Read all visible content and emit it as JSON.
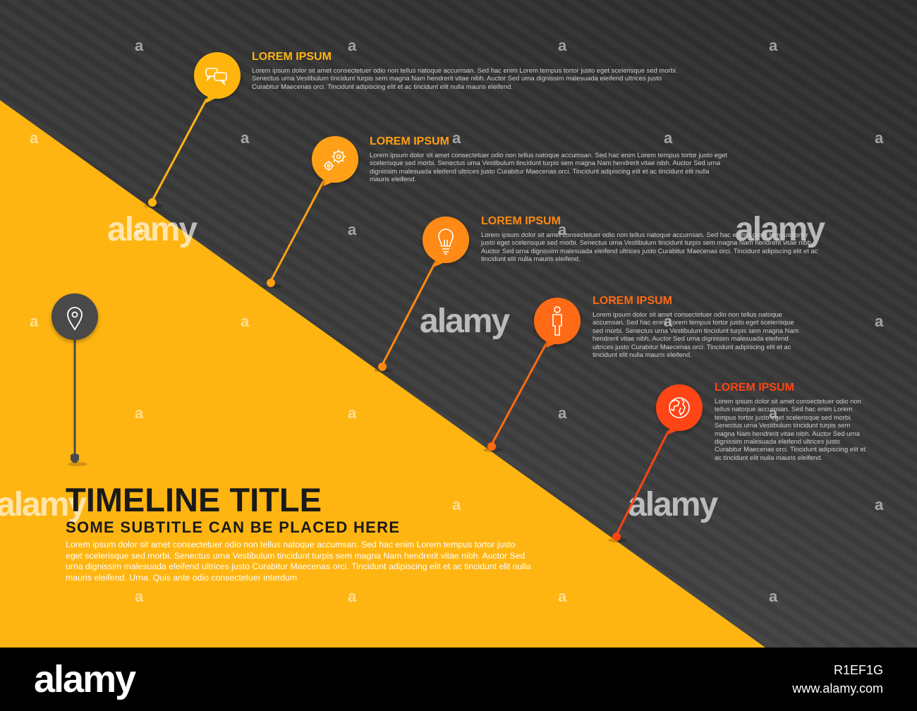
{
  "colors": {
    "yellow": "#FFB511",
    "dark_background": "#333333",
    "pin_dark": "#4a4a4a",
    "pin_1": "#FFB511",
    "pin_2": "#FFA012",
    "pin_3": "#FF8A12",
    "pin_4": "#FF6A12",
    "pin_5": "#FF4512"
  },
  "timeline": {
    "title": "TIMELINE TITLE",
    "subtitle": "SOME SUBTITLE CAN BE PLACED HERE",
    "text": "Lorem ipsum dolor sit amet consectetuer odio non tellus natoque accumsan. Sed hac enim Lorem tempus tortor justo eget scelerisque sed morbi. Senectus urna Vestibulum tincidunt turpis sem magna Nam hendrerit vitae nibh. Auctor Sed urna dignissim malesuada eleifend ultrices justo Curabitur Maecenas orci. Tincidunt adipiscing elit et ac tincidunt elit nulla mauris eleifend. Urna. Quis ante odio consectetuer interdum",
    "start_icon": "map-pin-icon"
  },
  "items": [
    {
      "title": "LOREM IPSUM",
      "icon": "chat-bubbles-icon",
      "text": "Lorem ipsum dolor sit amet consectetuer odio non tellus natoque accumsan. Sed hac enim Lorem tempus tortor justo eget scelerisque sed morbi. Senectus urna Vestibulum tincidunt turpis sem magna Nam hendrerit vitae nibh. Auctor Sed urna dignissim malesuada eleifend ultrices justo Curabitur Maecenas orci. Tincidunt adipiscing elit et ac tincidunt elit nulla mauris eleifend."
    },
    {
      "title": "LOREM IPSUM",
      "icon": "gears-icon",
      "text": "Lorem ipsum dolor sit amet consectetuer odio non tellus natoque accumsan. Sed hac enim Lorem tempus tortor justo eget scelerisque sed morbi. Senectus urna Vestibulum tincidunt turpis sem magna Nam hendrerit vitae nibh. Auctor Sed urna dignissim malesuada eleifend ultrices justo Curabitur Maecenas orci. Tincidunt adipiscing elit et ac tincidunt elit nulla mauris eleifend."
    },
    {
      "title": "LOREM IPSUM",
      "icon": "lightbulb-icon",
      "text": "Lorem ipsum dolor sit amet consectetuer odio non tellus natoque accumsan. Sed hac enim Lorem tempus tortor justo eget scelerisque sed morbi. Senectus urna Vestibulum tincidunt turpis sem magna Nam hendrerit vitae nibh. Auctor Sed urna dignissim malesuada eleifend ultrices justo Curabitur Maecenas orci. Tincidunt adipiscing elit et ac tincidunt elit nulla mauris eleifend."
    },
    {
      "title": "LOREM IPSUM",
      "icon": "person-icon",
      "text": "Lorem ipsum dolor sit amet consectetuer odio non tellus natoque accumsan. Sed hac enim Lorem tempus tortor justo eget scelerisque sed morbi. Senectus urna Vestibulum tincidunt turpis sem magna Nam hendrerit vitae nibh. Auctor Sed urna dignissim malesuada eleifend ultrices justo Curabitur Maecenas orci. Tincidunt adipiscing elit et ac tincidunt elit nulla mauris eleifend."
    },
    {
      "title": "LOREM IPSUM",
      "icon": "globe-icon",
      "text": "Lorem ipsum dolor sit amet consectetuer odio non tellus natoque accumsan. Sed hac enim Lorem tempus tortor justo eget scelerisque sed morbi. Senectus urna Vestibulum tincidunt turpis sem magna Nam hendrerit vitae nibh. Auctor Sed urna dignissim malesuada eleifend ultrices justo Curabitur Maecenas orci. Tincidunt adipiscing elit et ac tincidunt elit nulla mauris eleifend."
    }
  ],
  "watermark": {
    "letter": "a",
    "brand": "alamy"
  },
  "footer": {
    "logo": "alamy",
    "image_id": "R1EF1G",
    "url": "www.alamy.com"
  }
}
